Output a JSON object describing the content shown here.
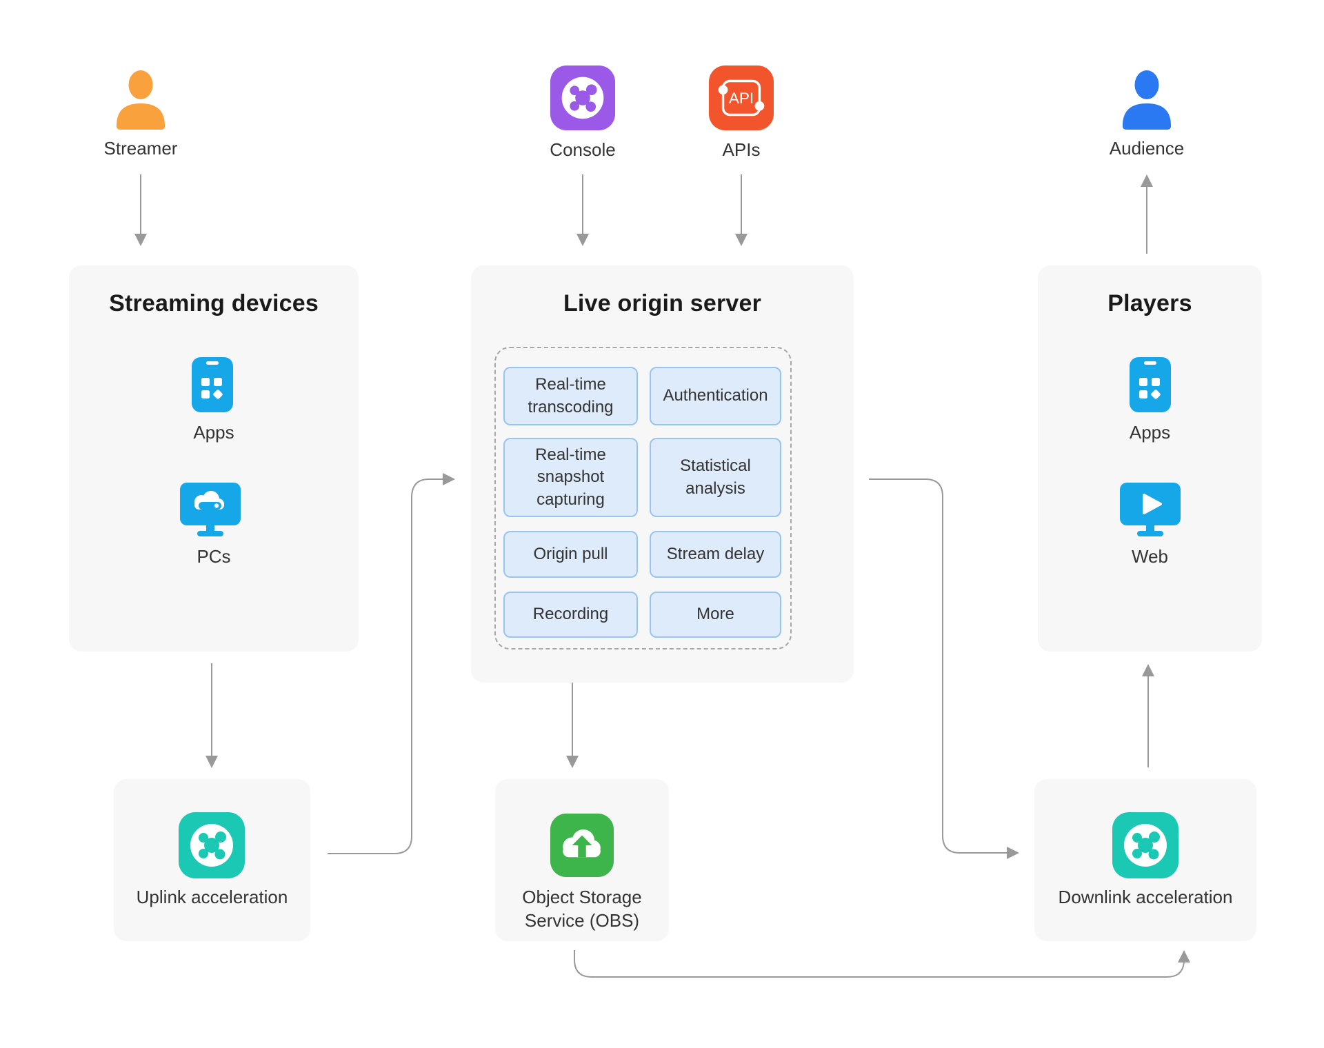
{
  "colors": {
    "streamer_orange": "#f9a13c",
    "audience_blue": "#2a79f2",
    "console_purple": "#9b59e8",
    "apis_red": "#f2542c",
    "device_cyan": "#16a7e9",
    "acceleration_teal": "#1ac8b3",
    "obs_green": "#3db54a",
    "panel_background": "#f7f7f8",
    "feature_fill": "#deebfa",
    "feature_border": "#9ac4f0",
    "arrow_gray": "#999999"
  },
  "actors": {
    "streamer": {
      "label": "Streamer"
    },
    "console": {
      "label": "Console"
    },
    "apis": {
      "label": "APIs",
      "icon_text": "API"
    },
    "audience": {
      "label": "Audience"
    }
  },
  "panels": {
    "streaming_devices": {
      "title": "Streaming devices",
      "items": [
        {
          "label": "Apps"
        },
        {
          "label": "PCs"
        }
      ]
    },
    "live_origin_server": {
      "title": "Live origin server",
      "features": [
        "Real-time transcoding",
        "Authentication",
        "Real-time snapshot capturing",
        "Statistical analysis",
        "Origin pull",
        "Stream delay",
        "Recording",
        "More"
      ]
    },
    "players": {
      "title": "Players",
      "items": [
        {
          "label": "Apps"
        },
        {
          "label": "Web"
        }
      ]
    }
  },
  "nodes": {
    "uplink_acceleration": {
      "label": "Uplink acceleration"
    },
    "object_storage": {
      "label_line1": "Object Storage",
      "label_line2": "Service (OBS)"
    },
    "downlink_acceleration": {
      "label": "Downlink acceleration"
    }
  }
}
